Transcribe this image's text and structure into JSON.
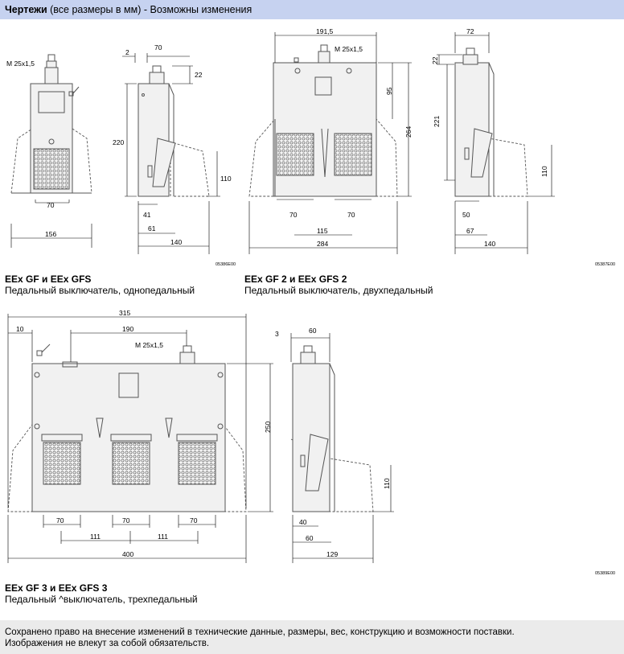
{
  "header": {
    "bold": "Чертежи",
    "rest": " (все размеры в мм) - Возможны изменения"
  },
  "captions": [
    {
      "title": "EEx GF и EEx GFS",
      "subtitle": "Педальный выключатель, однопедальный"
    },
    {
      "title": "EEx GF 2 и EEx GFS 2",
      "subtitle": "Педальный выключатель, двухпедальный"
    },
    {
      "title": "EEx GF 3 и EEx GFS 3",
      "subtitle": "Педальный ^выключатель, трехпедальный"
    }
  ],
  "footer": {
    "line1": "Сохранено право на внесение изменений в технические данные, размеры, вес, конструкцию и возможности поставки.",
    "line2": "Изображения не влекут за собой обязательств."
  },
  "drawing_codes": [
    "05386E00",
    "05387E00",
    "05389E00"
  ],
  "thread_label": "M 25x1,5",
  "dims_gf1": {
    "front": [
      "70",
      "156"
    ],
    "side": [
      "2",
      "70",
      "22",
      "220",
      "110",
      "41",
      "61",
      "140"
    ]
  },
  "dims_gf2": {
    "front": [
      "191,5",
      "95",
      "264",
      "70",
      "70",
      "115",
      "284"
    ],
    "side": [
      "72",
      "22",
      "221",
      "110",
      "50",
      "67",
      "140"
    ]
  },
  "dims_gf3": {
    "front": [
      "315",
      "10",
      "190",
      "250",
      "70",
      "70",
      "70",
      "111",
      "111",
      "400"
    ],
    "side": [
      "3",
      "60",
      "110",
      "40",
      "60",
      "129"
    ]
  }
}
